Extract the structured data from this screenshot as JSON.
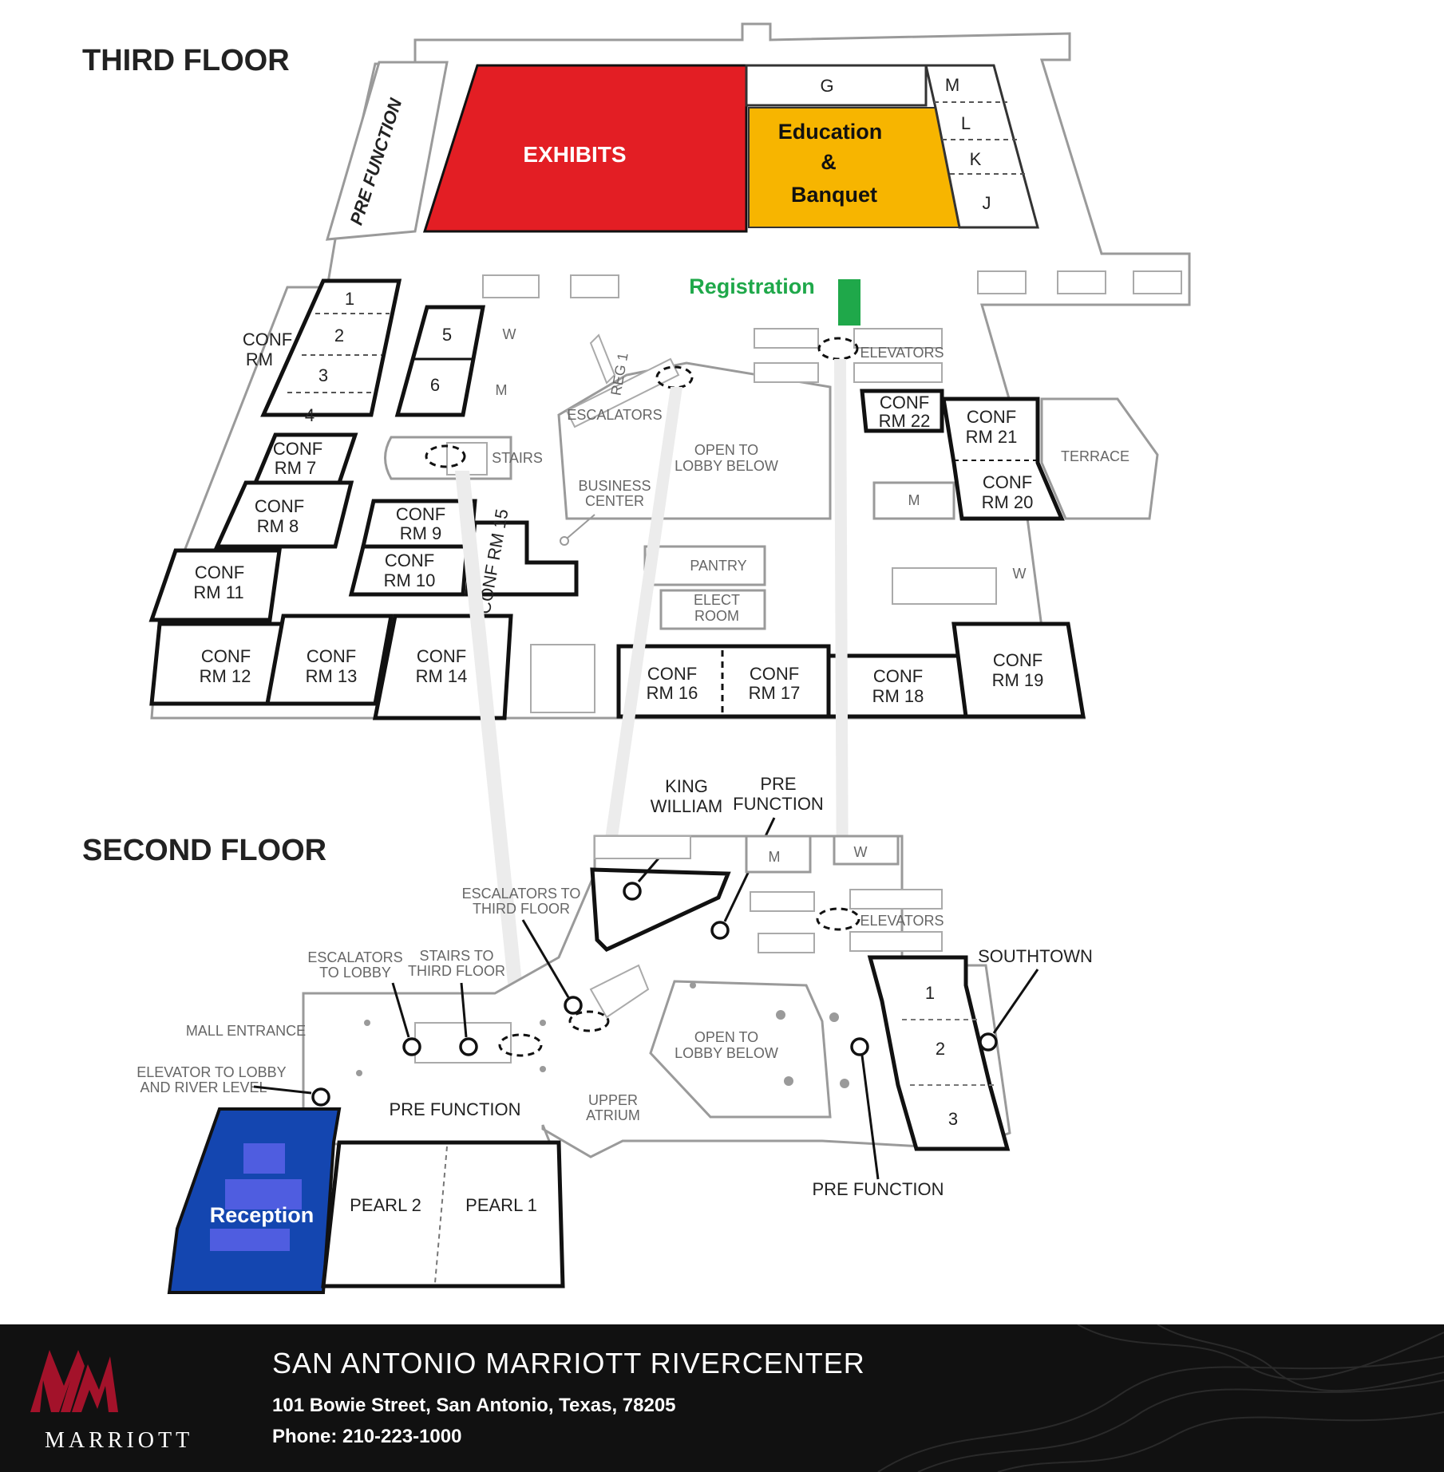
{
  "third_floor": {
    "title": "THIRD FLOOR",
    "pre_function": "PRE FUNCTION",
    "exhibits": "EXHIBITS",
    "education": [
      "Education",
      "&",
      "Banquet"
    ],
    "registration": "Registration",
    "ballroom_sections": [
      "G",
      "M",
      "L",
      "K",
      "J"
    ],
    "conf_rm_label": [
      "CONF",
      "RM"
    ],
    "conf_1_4": [
      "1",
      "2",
      "3",
      "4"
    ],
    "rooms_5_6": [
      "5",
      "6"
    ],
    "restroom_w": "W",
    "restroom_m": "M",
    "reg1": "REG 1",
    "escalators": "ESCALATORS",
    "stairs": "STAIRS",
    "open_to_lobby": [
      "OPEN TO",
      "LOBBY BELOW"
    ],
    "business_center": [
      "BUSINESS",
      "CENTER"
    ],
    "elevators": "ELEVATORS",
    "terrace": "TERRACE",
    "pantry": "PANTRY",
    "elect_room": [
      "ELECT",
      "ROOM"
    ],
    "conf_rooms": {
      "rm7": [
        "CONF",
        "RM 7"
      ],
      "rm8": [
        "CONF",
        "RM 8"
      ],
      "rm9": [
        "CONF",
        "RM 9"
      ],
      "rm10": [
        "CONF",
        "RM 10"
      ],
      "rm11": [
        "CONF",
        "RM 11"
      ],
      "rm12": [
        "CONF",
        "RM 12"
      ],
      "rm13": [
        "CONF",
        "RM 13"
      ],
      "rm14": [
        "CONF",
        "RM 14"
      ],
      "rm15": "CONF RM 15",
      "rm16": [
        "CONF",
        "RM 16"
      ],
      "rm17": [
        "CONF",
        "RM 17"
      ],
      "rm18": [
        "CONF",
        "RM 18"
      ],
      "rm19": [
        "CONF",
        "RM 19"
      ],
      "rm20": [
        "CONF",
        "RM 20"
      ],
      "rm21": [
        "CONF",
        "RM 21"
      ],
      "rm22": [
        "CONF",
        "RM 22"
      ]
    }
  },
  "second_floor": {
    "title": "SECOND FLOOR",
    "king_william": [
      "KING",
      "WILLIAM"
    ],
    "pre_function_top": [
      "PRE",
      "FUNCTION"
    ],
    "escalators_third": [
      "ESCALATORS TO",
      "THIRD FLOOR"
    ],
    "escalators_lobby": [
      "ESCALATORS",
      "TO LOBBY"
    ],
    "stairs_third": [
      "STAIRS TO",
      "THIRD FLOOR"
    ],
    "mall_entrance": "MALL ENTRANCE",
    "elevator_lobby": [
      "ELEVATOR TO LOBBY",
      "AND RIVER LEVEL"
    ],
    "pre_function_mid": "PRE FUNCTION",
    "pre_function_bottom": "PRE FUNCTION",
    "upper_atrium": [
      "UPPER",
      "ATRIUM"
    ],
    "open_to_lobby": [
      "OPEN TO",
      "LOBBY BELOW"
    ],
    "elevators": "ELEVATORS",
    "southtown": "SOUTHTOWN",
    "southtown_rooms": [
      "1",
      "2",
      "3"
    ],
    "reception": "Reception",
    "pearl2": "PEARL 2",
    "pearl1": "PEARL 1",
    "restroom_m": "M",
    "restroom_w": "W"
  },
  "footer": {
    "brand": "MARRIOTT",
    "hotel_name": "SAN ANTONIO MARRIOTT RIVERCENTER",
    "address": "101 Bowie Street, San Antonio, Texas, 78205",
    "phone": "Phone: 210-223-1000"
  },
  "colors": {
    "exhibits": "#e31e24",
    "education": "#f7b500",
    "registration": "#1fa84a",
    "reception": "#1446b0",
    "brand_red": "#a3122a",
    "footer_bg": "#111111"
  }
}
